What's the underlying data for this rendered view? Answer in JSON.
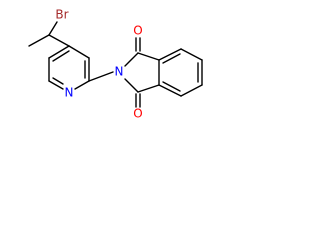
{
  "molecule": {
    "atoms": {
      "br": {
        "label": "Br",
        "color": "#a52a2a"
      },
      "n_pyridine": {
        "label": "N",
        "color": "#0000ff"
      },
      "n_imide": {
        "label": "N",
        "color": "#0000ff"
      },
      "o_top": {
        "label": "O",
        "color": "#ff0000"
      },
      "o_bottom": {
        "label": "O",
        "color": "#ff0000"
      }
    },
    "bond_color": "#000000"
  }
}
